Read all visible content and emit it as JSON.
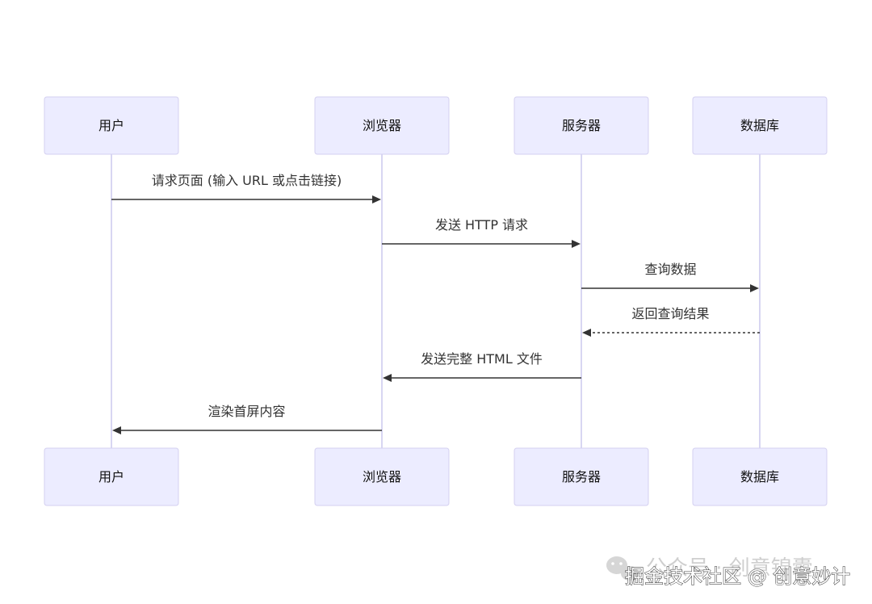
{
  "participants": [
    {
      "id": "user",
      "label": "用户"
    },
    {
      "id": "browser",
      "label": "浏览器"
    },
    {
      "id": "server",
      "label": "服务器"
    },
    {
      "id": "database",
      "label": "数据库"
    }
  ],
  "messages": [
    {
      "from": "user",
      "to": "browser",
      "label": "请求页面 (输入 URL 或点击链接)",
      "style": "solid"
    },
    {
      "from": "browser",
      "to": "server",
      "label": "发送 HTTP 请求",
      "style": "solid"
    },
    {
      "from": "server",
      "to": "database",
      "label": "查询数据",
      "style": "solid"
    },
    {
      "from": "database",
      "to": "server",
      "label": "返回查询结果",
      "style": "dashed"
    },
    {
      "from": "server",
      "to": "browser",
      "label": "发送完整 HTML 文件",
      "style": "solid"
    },
    {
      "from": "browser",
      "to": "user",
      "label": "渲染首屏内容",
      "style": "solid"
    }
  ],
  "watermark": {
    "back_text": "公众号 · 创意锦囊",
    "front_text": "掘金技术社区 @ 创意妙计",
    "icon": "wechat-icon"
  },
  "colors": {
    "actor_fill": "#ECECFF",
    "actor_stroke": "#D4D0F0",
    "lifeline": "#D8D6F2",
    "arrow": "#333333"
  }
}
